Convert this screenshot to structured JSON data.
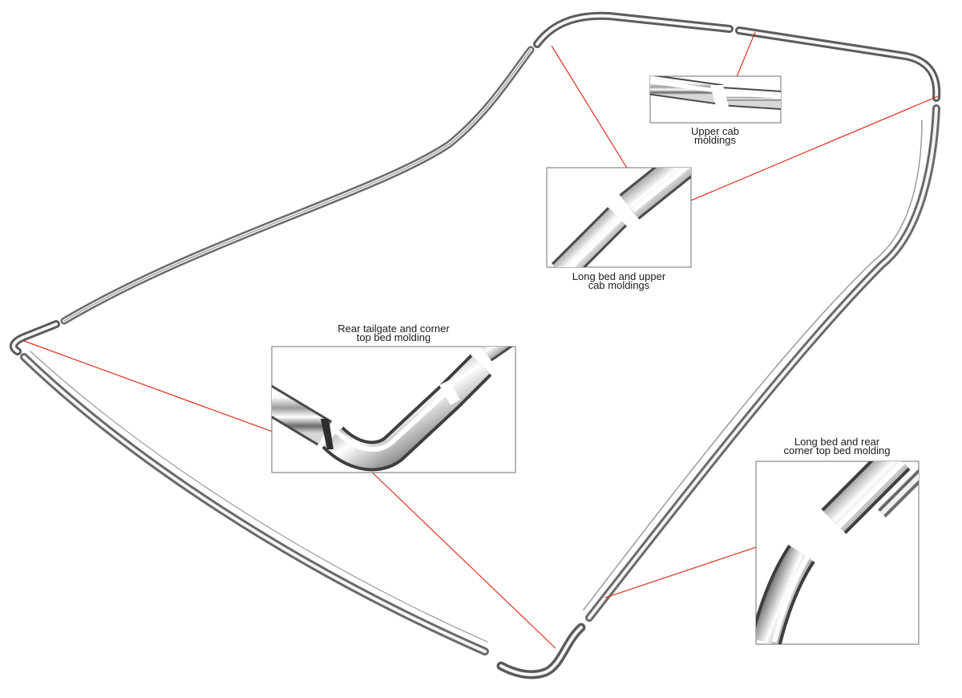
{
  "callouts": {
    "upper_cab": {
      "line1": "Upper cab",
      "line2": "moldings"
    },
    "long_bed_upper_cab": {
      "line1": "Long bed and upper",
      "line2": "cab moldings"
    },
    "rear_tailgate_corner": {
      "line1": "Rear tailgate and corner",
      "line2": "top bed molding"
    },
    "long_bed_rear_corner": {
      "line1": "Long bed and rear",
      "line2": "corner top bed molding"
    }
  },
  "colors": {
    "leader_line": "#e0301e",
    "frame_border": "#6f6f6f",
    "chrome_dark": "#5a5a5a",
    "chrome_light": "#f2f2f2"
  }
}
